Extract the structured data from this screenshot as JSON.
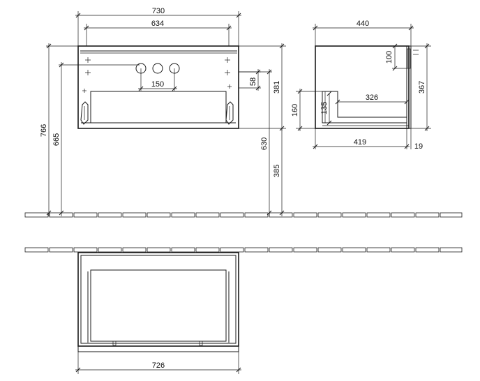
{
  "front_view": {
    "width_overall": "730",
    "width_inner": "634",
    "hole_spacing": "150",
    "depth_top": "58",
    "height_381": "381",
    "height_630": "630",
    "height_385": "385",
    "height_766": "766",
    "height_665": "665"
  },
  "side_view": {
    "depth_overall": "440",
    "depth_100": "100",
    "height_367": "367",
    "depth_326": "326",
    "height_160": "160",
    "height_135": "135",
    "depth_419": "419",
    "offset_19": "19"
  },
  "top_view": {
    "width_726": "726"
  }
}
